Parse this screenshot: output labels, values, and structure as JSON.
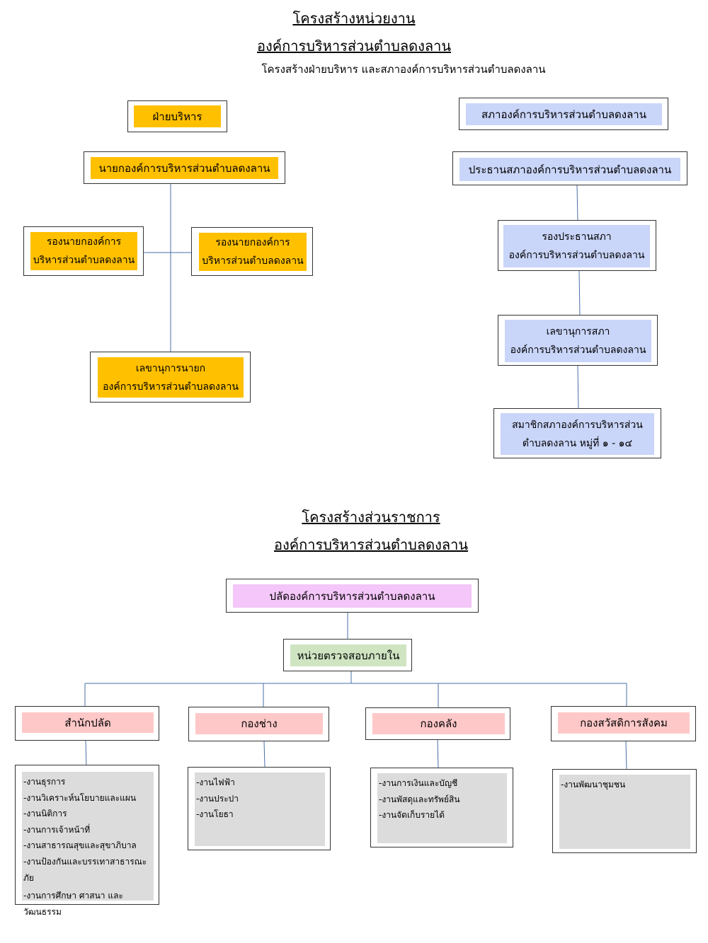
{
  "header": {
    "title_line1": "โครงสร้างหน่วยงาน",
    "title_line2": "องค์การบริหารส่วนตำบลดงลาน",
    "subtitle": "โครงสร้างฝ่ายบริหาร  และสภาองค์การบริหารส่วนตำบลดงลาน"
  },
  "executive": {
    "heading": "ฝ่ายบริหาร",
    "mayor": "นายกองค์การบริหารส่วนตำบลดงลาน",
    "deputy_left": [
      "รองนายกองค์การ",
      "บริหารส่วนตำบลดงลาน"
    ],
    "deputy_right": [
      "รองนายกองค์การ",
      "บริหารส่วนตำบลดงลาน"
    ],
    "secretary": [
      "เลขานุการนายก",
      "องค์การบริหารส่วนตำบลดงลาน"
    ]
  },
  "council": {
    "heading": "สภาองค์การบริหารส่วนตำบลดงลาน",
    "president": "ประธานสภาองค์การบริหารส่วนตำบลดงลาน",
    "vice_president": [
      "รองประธานสภา",
      "องค์การบริหารส่วนตำบลดงลาน"
    ],
    "secretary": [
      "เลขานุการสภา",
      "องค์การบริหารส่วนตำบลดงลาน"
    ],
    "members": [
      "สมาชิกสภาองค์การบริหารส่วน",
      "ตำบลดงลาน หมู่ที่ ๑ - ๑๔"
    ]
  },
  "government": {
    "title_line1": "โครงสร้างส่วนราชการ",
    "title_line2": "องค์การบริหารส่วนตำบลดงลาน",
    "head": "ปลัดองค์การบริหารส่วนตำบลดงลาน",
    "audit": "หน่วยตรวจสอบภายใน",
    "divisions": [
      {
        "name": "สำนักปลัด",
        "tasks": [
          "-งานธุรการ",
          "-งานวิเคราะห์นโยบายและแผน",
          "-งานนิติการ",
          "-งานการเจ้าหน้าที่",
          "-งานสาธารณสุขและสุขาภิบาล",
          "-งานป้องกันและบรรเทาสาธารณะภัย",
          "-งานการศึกษา ศาสนา และวัฒนธรรม"
        ]
      },
      {
        "name": "กองช่าง",
        "tasks": [
          "-งานไฟฟ้า",
          "-งานประปา",
          "-งานโยธา"
        ]
      },
      {
        "name": "กองคลัง",
        "tasks": [
          "-งานการเงินและบัญชี",
          "-งานพัสดุและทรัพย์สิน",
          "-งานจัดเก็บรายได้"
        ]
      },
      {
        "name": "กองสวัสดิการสังคม",
        "tasks": [
          "-งานพัฒนาชุมชน"
        ]
      }
    ]
  },
  "colors": {
    "executive": "#ffc000",
    "council": "#c9d5f9",
    "head": "#f4c6f9",
    "audit": "#cfe5c2",
    "division": "#ffc8c8",
    "tasks": "#dcdcdc",
    "connector": "#4a6ea8"
  }
}
